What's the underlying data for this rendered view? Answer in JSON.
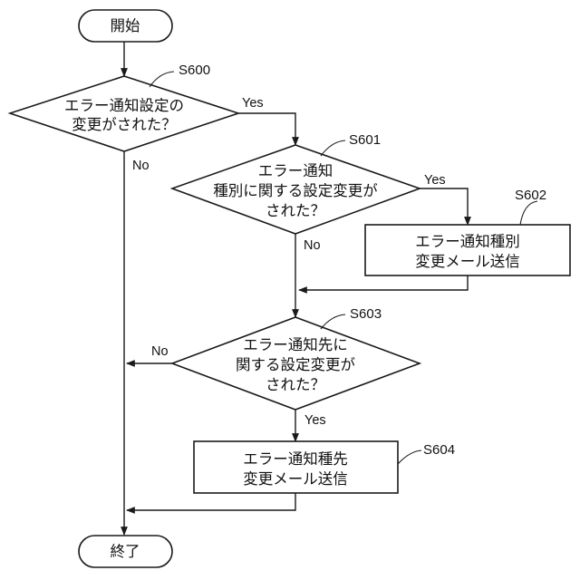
{
  "flowchart": {
    "start": {
      "label": "開始"
    },
    "end": {
      "label": "終了"
    },
    "s600": {
      "step": "S600",
      "lines": [
        "エラー通知設定の",
        "変更がされた？"
      ],
      "yes": "Yes",
      "no": "No"
    },
    "s601": {
      "step": "S601",
      "lines": [
        "エラー通知",
        "種別に関する設定変更が",
        "された？"
      ],
      "yes": "Yes",
      "no": "No"
    },
    "s602": {
      "step": "S602",
      "lines": [
        "エラー通知種別",
        "変更メール送信"
      ]
    },
    "s603": {
      "step": "S603",
      "lines": [
        "エラー通知先に",
        "関する設定変更が",
        "された？"
      ],
      "yes": "Yes",
      "no": "No"
    },
    "s604": {
      "step": "S604",
      "lines": [
        "エラー通知種先",
        "変更メール送信"
      ]
    }
  }
}
